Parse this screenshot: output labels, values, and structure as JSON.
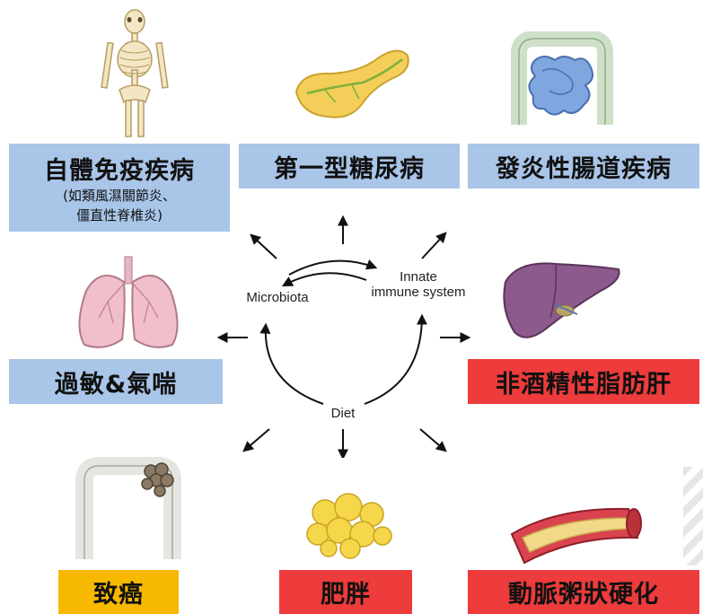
{
  "hub": {
    "microbiota": "Microbiota",
    "innate_line1": "Innate",
    "innate_line2": "immune system",
    "diet": "Diet"
  },
  "diseases": {
    "autoimmune": {
      "title": "自體免疫疾病",
      "note_line1": "(如類風濕關節炎、",
      "note_line2": "僵直性脊椎炎)"
    },
    "type1_diabetes": "第一型糖尿病",
    "ibd": "發炎性腸道疾病",
    "allergy_asthma": "過敏&氣喘",
    "nafld": "非酒精性脂肪肝",
    "cancer": "致癌",
    "obesity": "肥胖",
    "atherosclerosis": "動脈粥狀硬化"
  },
  "colors": {
    "blue_box": "#a9c5e8",
    "red_box": "#ee3b3b",
    "yellow_box": "#f7b800"
  },
  "icons": [
    "skeleton-icon",
    "pancreas-icon",
    "intestine-icon",
    "lungs-icon",
    "liver-icon",
    "colon-tumor-icon",
    "fat-cells-icon",
    "artery-plaque-icon"
  ]
}
